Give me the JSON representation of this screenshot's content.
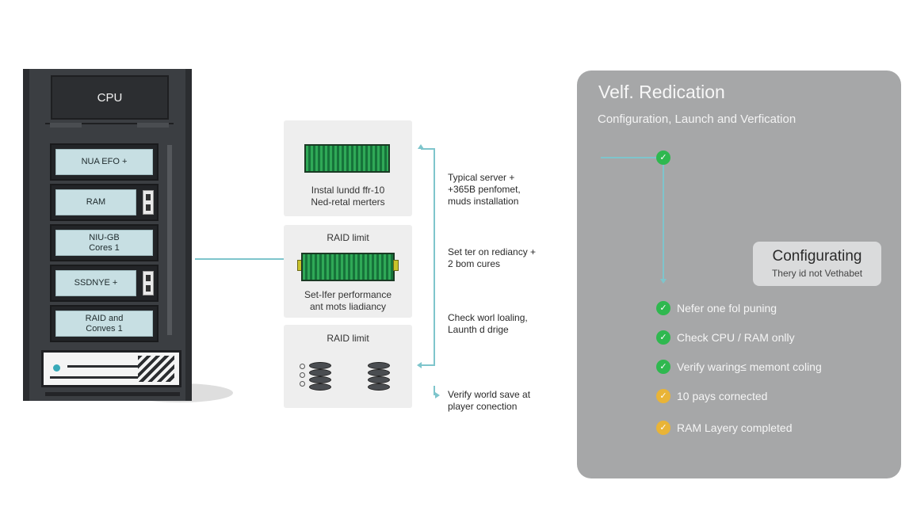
{
  "server": {
    "top_label": "CPU",
    "slots": [
      {
        "label": "NUA EFO +"
      },
      {
        "label": "RAM"
      },
      {
        "label": "NIU-GB\nCores 1"
      },
      {
        "label": "SSDNYE +"
      },
      {
        "label": "RAID and\nConves 1"
      }
    ]
  },
  "cards": [
    {
      "title": "",
      "caption": "Instal lundd ffr-10\nNed-retal merters"
    },
    {
      "title": "RAID limit",
      "caption": "Set-Ifer performance\nant mots liadiancy"
    },
    {
      "title": "RAID limit",
      "caption": ""
    }
  ],
  "notes": [
    "Typical server +\n+365B penfomet,\nmuds installation",
    "Set ter on rediancy +\n2 bom cures",
    "Check worl loaling,\nLaunth d drige",
    "Verify world save at\nplayer conection"
  ],
  "panel": {
    "title": "Velf. Redication",
    "subtitle": "Configuration, Launch and Verfication",
    "status": {
      "heading": "Configurating",
      "detail": "Thery id not Vethabet"
    },
    "steps": [
      {
        "label": "Nefer one fol puning",
        "state": "done"
      },
      {
        "label": "Check CPU / RAM onlly",
        "state": "done"
      },
      {
        "label": "Verify waring≤ memont coling",
        "state": "done"
      },
      {
        "label": "10 pays cornected",
        "state": "pending"
      },
      {
        "label": "RAM Layery completed",
        "state": "pending"
      }
    ]
  },
  "icons": {
    "check": "✓"
  },
  "colors": {
    "accent": "#7ec5cc",
    "done": "#2fb84f",
    "pending": "#e9b437",
    "panel": "#a6a7a8",
    "ram_green": "#1f8e45"
  }
}
